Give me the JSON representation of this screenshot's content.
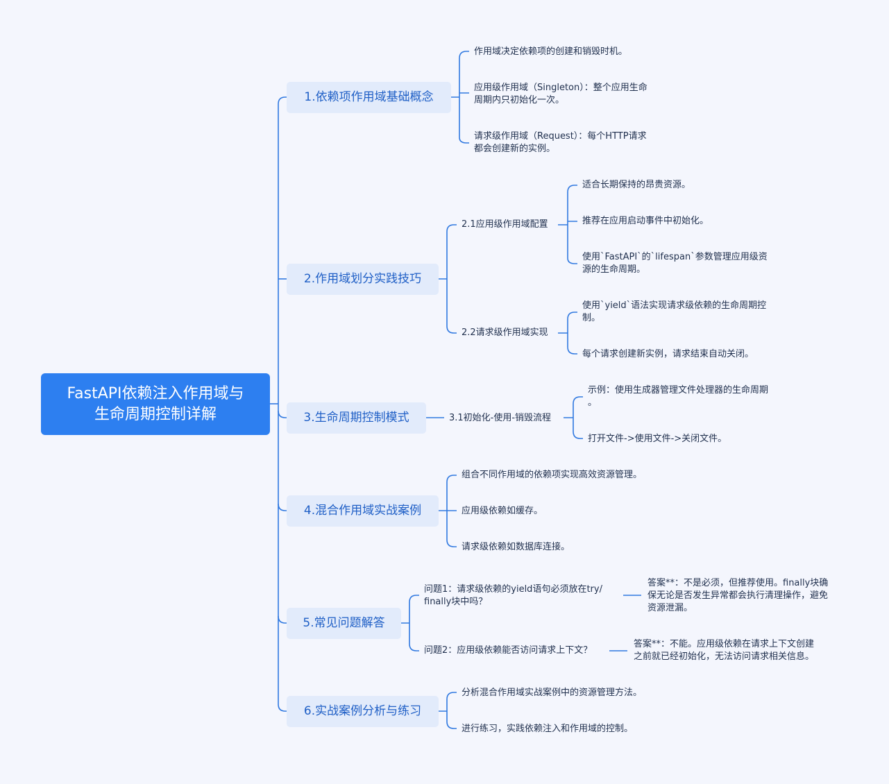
{
  "root": {
    "title": "FastAPI依赖注入作用域与\n生命周期控制详解"
  },
  "branches": [
    {
      "label": "1.依赖项作用域基础概念",
      "children": [
        {
          "text": "作用域决定依赖项的创建和销毁时机。"
        },
        {
          "text": "应用级作用域（Singleton）：整个应用生命\n周期内只初始化一次。"
        },
        {
          "text": "请求级作用域（Request）：每个HTTP请求\n都会创建新的实例。"
        }
      ]
    },
    {
      "label": "2.作用域划分实践技巧",
      "children": [
        {
          "text": "2.1应用级作用域配置",
          "children": [
            {
              "text": "适合长期保持的昂贵资源。"
            },
            {
              "text": "推荐在应用启动事件中初始化。"
            },
            {
              "text": "使用`FastAPI`的`lifespan`参数管理应用级资\n源的生命周期。"
            }
          ]
        },
        {
          "text": "2.2请求级作用域实现",
          "children": [
            {
              "text": "使用`yield`语法实现请求级依赖的生命周期控\n制。"
            },
            {
              "text": "每个请求创建新实例，请求结束自动关闭。"
            }
          ]
        }
      ]
    },
    {
      "label": "3.生命周期控制模式",
      "children": [
        {
          "text": "3.1初始化-使用-销毁流程",
          "children": [
            {
              "text": "示例：使用生成器管理文件处理器的生命周期\n。"
            },
            {
              "text": "打开文件->使用文件->关闭文件。"
            }
          ]
        }
      ]
    },
    {
      "label": "4.混合作用域实战案例",
      "children": [
        {
          "text": "组合不同作用域的依赖项实现高效资源管理。"
        },
        {
          "text": "应用级依赖如缓存。"
        },
        {
          "text": "请求级依赖如数据库连接。"
        }
      ]
    },
    {
      "label": "5.常见问题解答",
      "children": [
        {
          "text": "问题1：请求级依赖的yield语句必须放在try/\nfinally块中吗？",
          "answer": "答案**：不是必须，但推荐使用。finally块确\n保无论是否发生异常都会执行清理操作，避免\n资源泄漏。"
        },
        {
          "text": "问题2：应用级依赖能否访问请求上下文？",
          "answer": "答案**：不能。应用级依赖在请求上下文创建\n之前就已经初始化，无法访问请求相关信息。"
        }
      ]
    },
    {
      "label": "6.实战案例分析与练习",
      "children": [
        {
          "text": "分析混合作用域实战案例中的资源管理方法。"
        },
        {
          "text": "进行练习，实践依赖注入和作用域的控制。"
        }
      ]
    }
  ],
  "colors": {
    "root_bg": "#2d7ff0",
    "branch_bg": "#e2ebfb",
    "line": "#2f78e0",
    "page_bg": "#f4f6fd"
  }
}
